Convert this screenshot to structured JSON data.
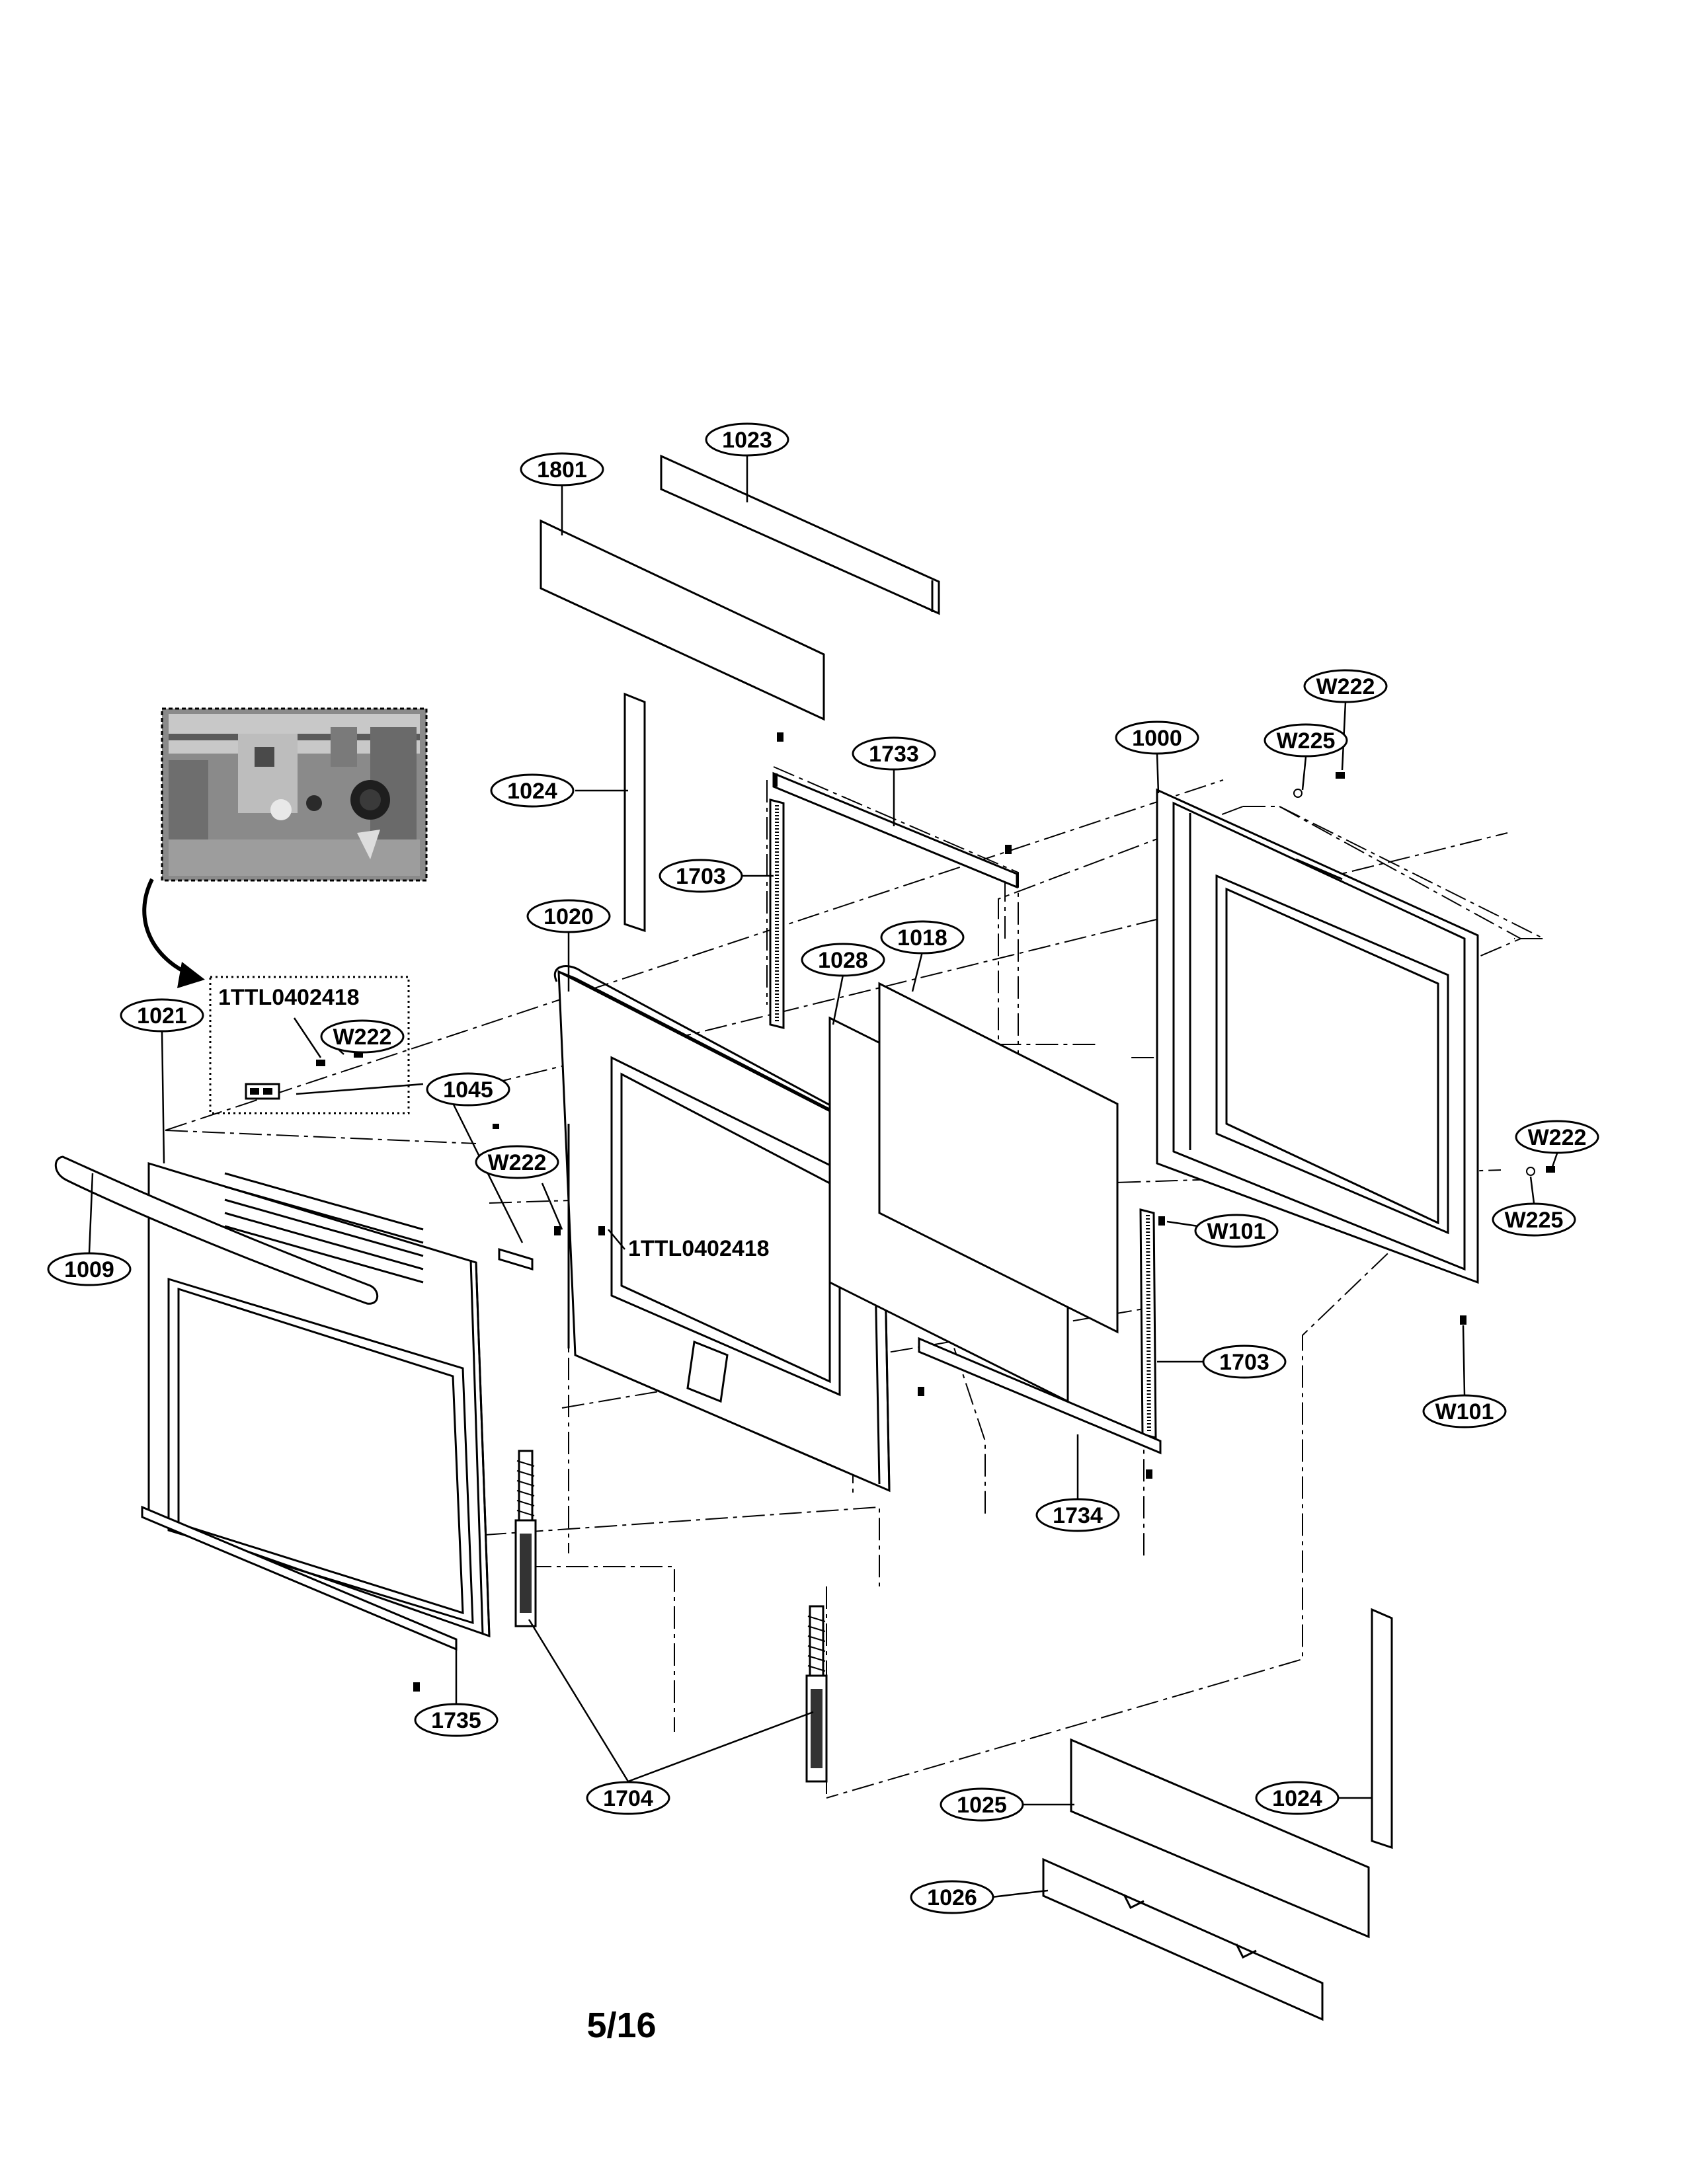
{
  "diagram": {
    "page_number": "5/16",
    "callouts": {
      "c1023": "1023",
      "c1801": "1801",
      "c1024a": "1024",
      "c1733": "1733",
      "c1000": "1000",
      "cW225a": "W225",
      "cW222a": "W222",
      "c1703a": "1703",
      "c1020": "1020",
      "c1028": "1028",
      "c1018": "1018",
      "c1021": "1021",
      "cW222b": "W222",
      "c1045": "1045",
      "cW222c": "W222",
      "c1009": "1009",
      "cW222d": "W222",
      "cW225b": "W225",
      "cW101a": "W101",
      "c1703b": "1703",
      "cW101b": "W101",
      "c1734": "1734",
      "c1735": "1735",
      "c1704": "1704",
      "c1024b": "1024",
      "c1025": "1025",
      "c1026": "1026"
    },
    "inset_part_number": "1TTL0402418",
    "hinge_screw_part_number": "1TTL0402418"
  }
}
